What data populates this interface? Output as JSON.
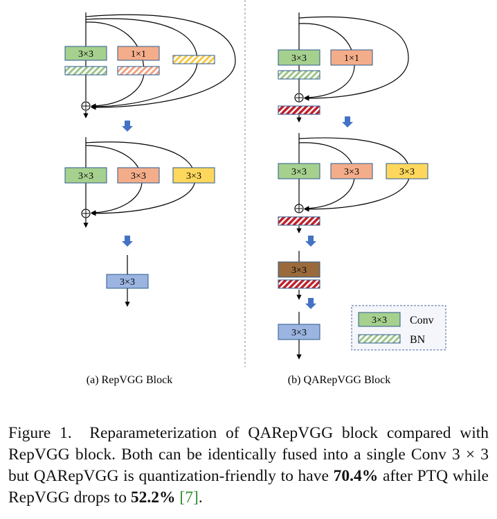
{
  "figure": {
    "panel_a": {
      "label": "(a) RepVGG Block",
      "stage1": {
        "conv3_label": "3×3",
        "conv1_label": "1×1"
      },
      "stage2": {
        "conv_a": "3×3",
        "conv_b": "3×3",
        "conv_c": "3×3"
      },
      "stage3": {
        "conv": "3×3"
      }
    },
    "panel_b": {
      "label": "(b) QARepVGG Block",
      "stage1": {
        "conv3_label": "3×3",
        "conv1_label": "1×1"
      },
      "stage2": {
        "conv_a": "3×3",
        "conv_b": "3×3",
        "conv_c": "3×3"
      },
      "stage3": {
        "conv": "3×3"
      },
      "stage4": {
        "conv": "3×3"
      }
    },
    "legend": {
      "conv_sample": "3×3",
      "conv_label": "Conv",
      "bn_label": "BN"
    },
    "colors": {
      "conv_green": "#a6d08e",
      "conv_orange": "#f4ad8a",
      "conv_yellow": "#fed75c",
      "conv_blue": "#9bb4e0",
      "conv_brown": "#9a6a3c",
      "bn_green_hatch": "#9ec58a",
      "bn_orange_hatch": "#f0a080",
      "bn_yellow_hatch": "#f5c842",
      "bn_red_hatch": "#c0202a",
      "arrow_blue": "#4472c4"
    }
  },
  "caption": {
    "prefix": "Figure 1.",
    "text_1": "Reparameterization of QARepVGG block compared with RepVGG block. Both can be identically fused into a single Conv 3 × 3 but QARepVGG is quantization-friendly to have ",
    "bold_1": "70.4%",
    "text_2": " after PTQ while RepVGG drops to ",
    "bold_2": "52.2%",
    "text_3": " ",
    "citation": "[7]",
    "text_4": "."
  }
}
